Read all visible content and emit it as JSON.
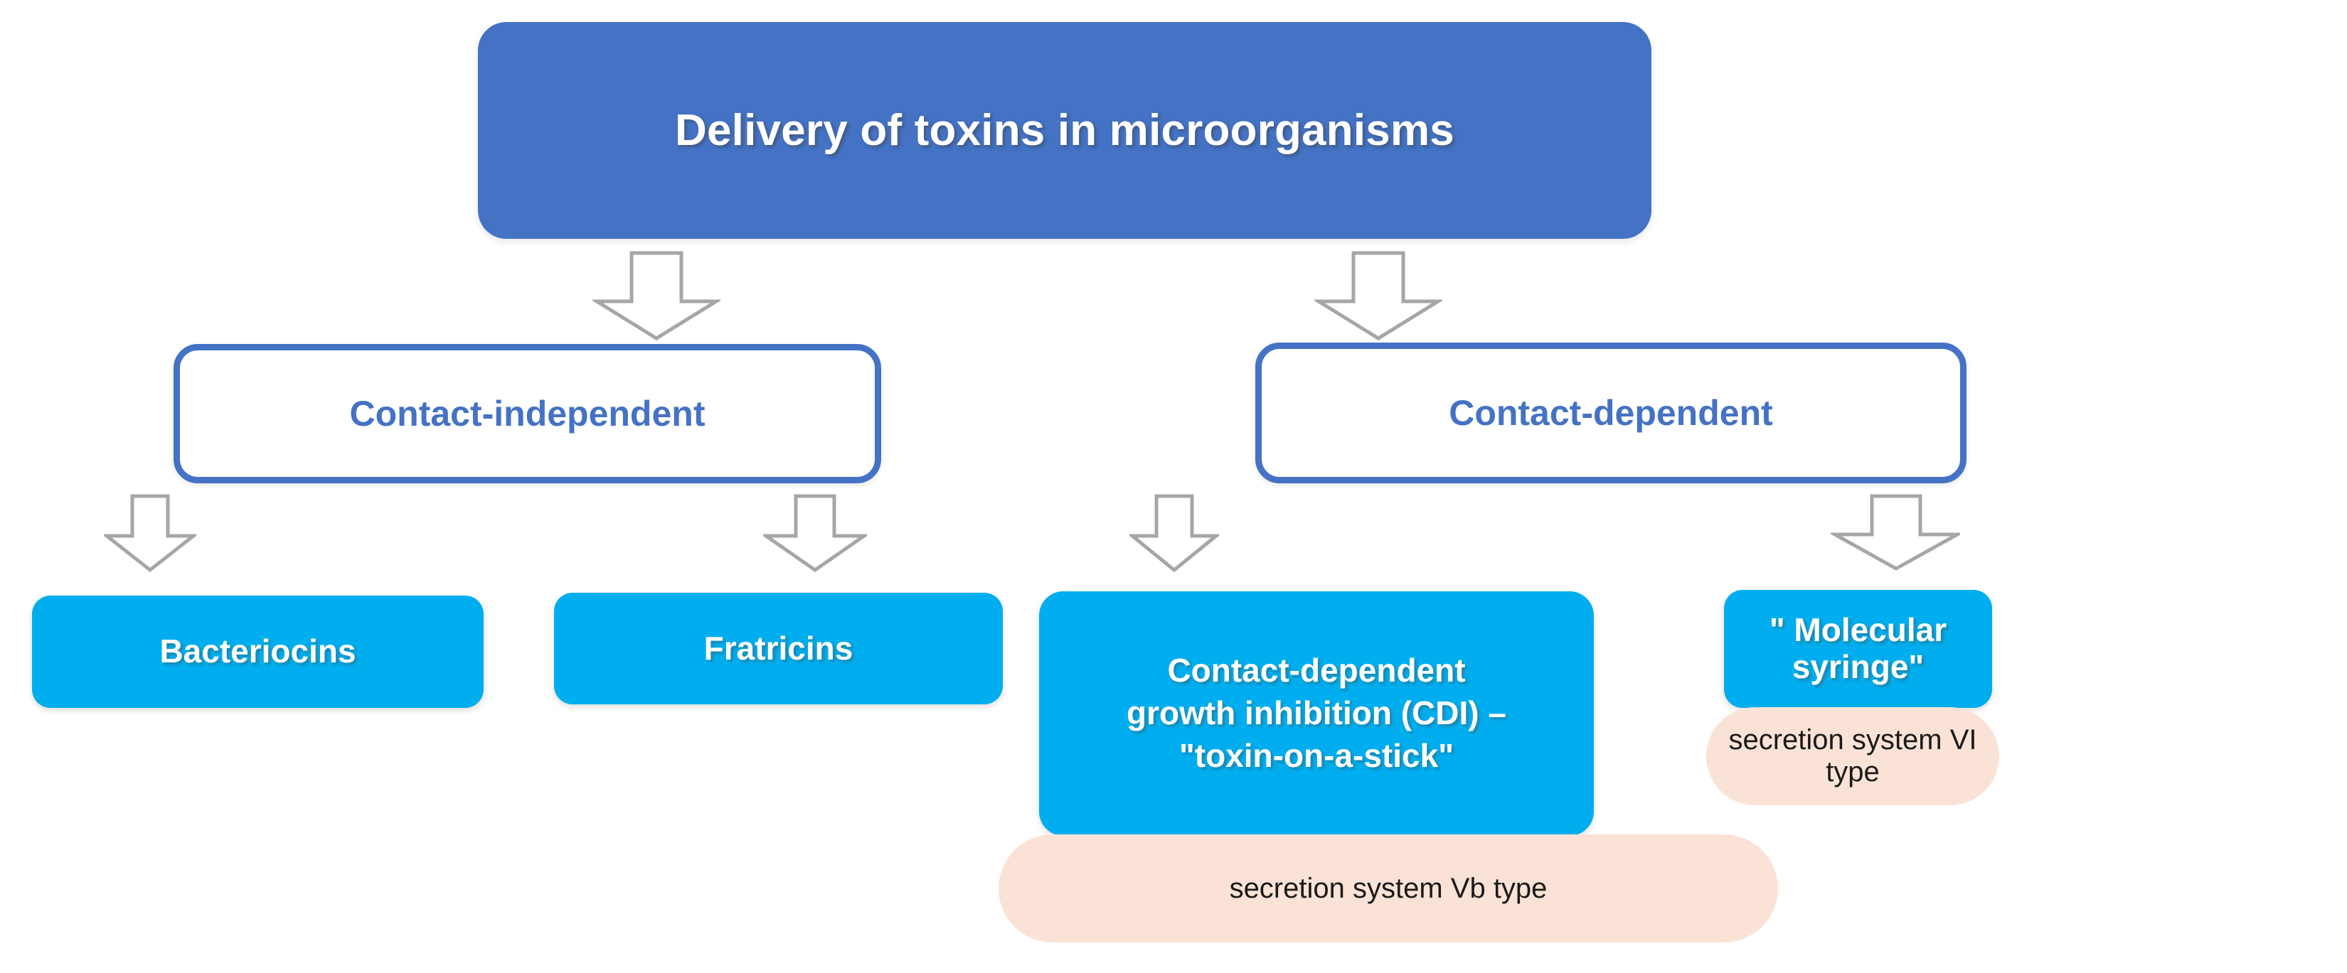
{
  "diagram": {
    "title": "Delivery of toxins in microorganisms",
    "background_color": "#FFFFFF",
    "colors": {
      "title_fill": "#4472C4",
      "outline_stroke": "#4472C4",
      "outline_text": "#4472C4",
      "leaf_fill": "#00AEEF",
      "leaf_text": "#FFFFFF",
      "annotation_fill": "#FAE3D6",
      "annotation_text": "#1A1A1A",
      "arrow_stroke": "#A6A6A6",
      "arrow_fill": "#FFFFFF"
    },
    "root": {
      "label": "Delivery of toxins in microorganisms"
    },
    "branches": [
      {
        "label": "Contact-independent",
        "children": [
          {
            "label": "Bacteriocins",
            "annotation": null
          },
          {
            "label": "Fratricins",
            "annotation": null
          }
        ]
      },
      {
        "label": "Contact-dependent",
        "children": [
          {
            "label": "Contact-dependent growth inhibition (CDI) – \"toxin-on-a-stick\"",
            "line1": "Contact-dependent",
            "line2": "growth inhibition (CDI) –",
            "line3": "\"toxin-on-a-stick\"",
            "annotation": "secretion system Vb type"
          },
          {
            "label": "\" Molecular syringe\"",
            "annotation": "secretion system VI type"
          }
        ]
      }
    ],
    "arrows": [
      {
        "name": "arrow-title-to-contact-independent",
        "from": "Delivery of toxins in microorganisms",
        "to": "Contact-independent",
        "direction": "down"
      },
      {
        "name": "arrow-title-to-contact-dependent",
        "from": "Delivery of toxins in microorganisms",
        "to": "Contact-dependent",
        "direction": "down"
      },
      {
        "name": "arrow-independent-to-bacteriocins",
        "from": "Contact-independent",
        "to": "Bacteriocins",
        "direction": "down"
      },
      {
        "name": "arrow-independent-to-fratricins",
        "from": "Contact-independent",
        "to": "Fratricins",
        "direction": "down"
      },
      {
        "name": "arrow-dependent-to-cdi",
        "from": "Contact-dependent",
        "to": "Contact-dependent growth inhibition (CDI) – \"toxin-on-a-stick\"",
        "direction": "down"
      },
      {
        "name": "arrow-dependent-to-syringe",
        "from": "Contact-dependent",
        "to": "\" Molecular syringe\"",
        "direction": "down"
      }
    ]
  }
}
